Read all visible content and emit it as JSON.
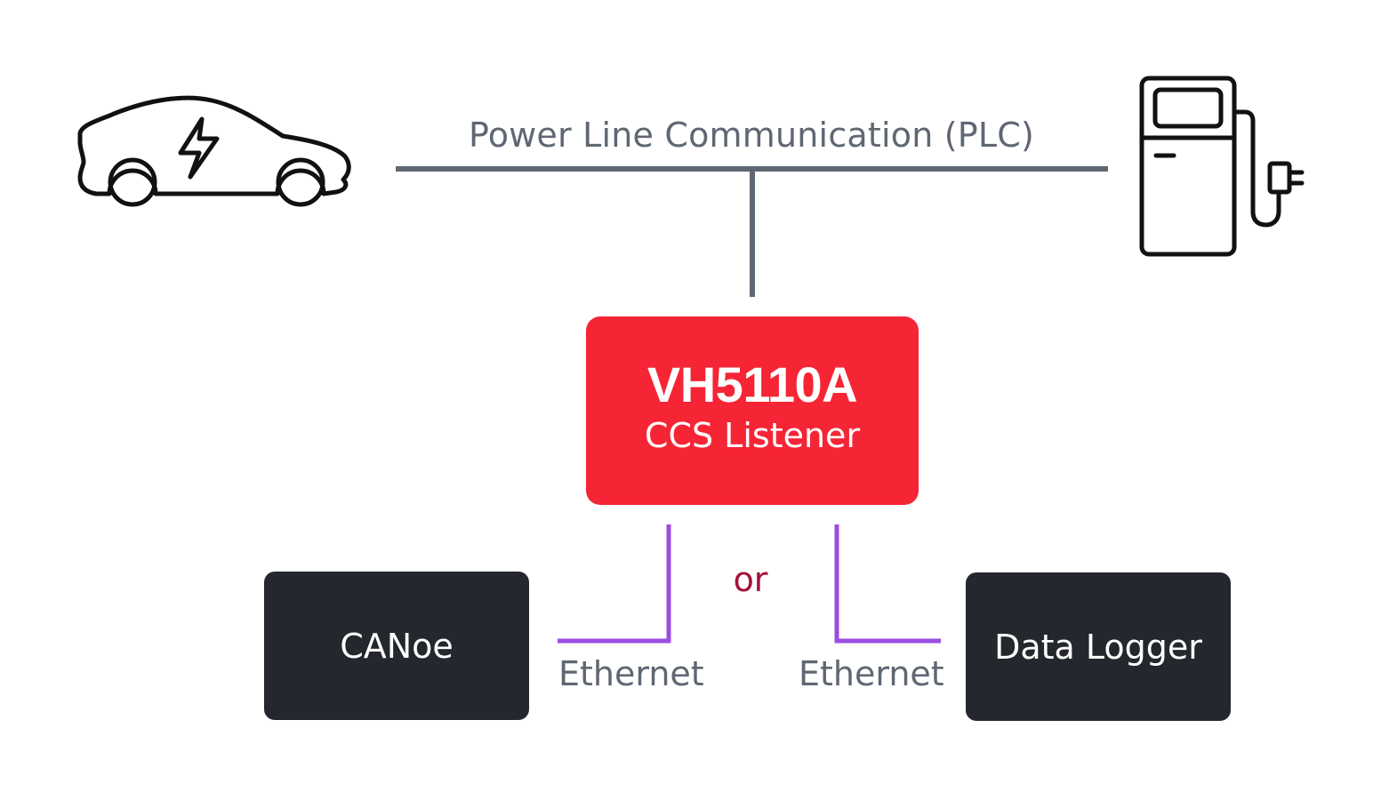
{
  "bus": {
    "label": "Power Line Communication (PLC)",
    "color": "#5f6773"
  },
  "vehicle": {
    "icon": "electric-car-icon"
  },
  "charger": {
    "icon": "charging-station-icon"
  },
  "device": {
    "model": "VH5110A",
    "name": "CCS Listener",
    "color": "#f52535"
  },
  "connector": {
    "label": "or",
    "color": "#a3123a"
  },
  "targets": {
    "left": {
      "name": "CANoe",
      "link_label": "Ethernet"
    },
    "right": {
      "name": "Data Logger",
      "link_label": "Ethernet"
    },
    "box_color": "#24272d",
    "link_color": "#9b4de3"
  }
}
